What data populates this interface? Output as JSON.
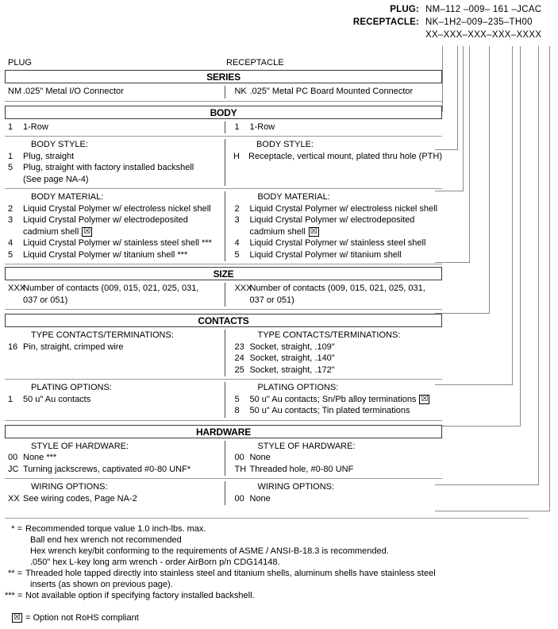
{
  "header": {
    "rows": [
      {
        "label": "PLUG:",
        "value": "NM–112 –009– 161 –JCAC"
      },
      {
        "label": "RECEPTACLE:",
        "value": "NK–1H2–009–235–TH00"
      },
      {
        "label": "",
        "value": "XX–XXX–XXX–XXX–XXXX"
      }
    ]
  },
  "columns": {
    "plug_caption": "PLUG",
    "receptacle_caption": "RECEPTACLE"
  },
  "sections": {
    "series": {
      "title": "SERIES",
      "plug": [
        {
          "code": "NM",
          "desc": ".025\" Metal I/O Connector"
        }
      ],
      "receptacle": [
        {
          "code": "NK",
          "desc": ".025\" Metal PC Board Mounted Connector"
        }
      ]
    },
    "body": {
      "title": "BODY",
      "row_plug": [
        {
          "code": "1",
          "desc": "1-Row"
        }
      ],
      "row_receptacle": [
        {
          "code": "1",
          "desc": "1-Row"
        }
      ],
      "style_label": "BODY STYLE:",
      "style_plug": [
        {
          "code": "1",
          "desc": "Plug, straight"
        },
        {
          "code": "5",
          "desc": "Plug, straight with factory installed backshell",
          "cont": "(See page NA-4)"
        }
      ],
      "style_receptacle": [
        {
          "code": "H",
          "desc": "Receptacle, vertical mount, plated thru hole (PTH)"
        }
      ],
      "material_label": "BODY MATERIAL:",
      "material_plug": [
        {
          "code": "2",
          "desc": "Liquid Crystal Polymer w/ electroless nickel shell"
        },
        {
          "code": "3",
          "desc": "Liquid Crystal Polymer w/ electrodeposited",
          "cont": "cadmium shell",
          "rohs": true
        },
        {
          "code": "4",
          "desc": "Liquid Crystal Polymer w/ stainless steel shell ***"
        },
        {
          "code": "5",
          "desc": "Liquid Crystal Polymer w/ titanium shell ***"
        }
      ],
      "material_receptacle": [
        {
          "code": "2",
          "desc": "Liquid Crystal Polymer w/ electroless nickel shell"
        },
        {
          "code": "3",
          "desc": "Liquid Crystal Polymer w/ electrodeposited",
          "cont": "cadmium shell",
          "rohs": true
        },
        {
          "code": "4",
          "desc": "Liquid Crystal Polymer w/ stainless steel shell"
        },
        {
          "code": "5",
          "desc": "Liquid Crystal Polymer w/ titanium shell"
        }
      ]
    },
    "size": {
      "title": "SIZE",
      "plug": [
        {
          "code": "XXX",
          "desc": "Number of contacts (009, 015, 021, 025, 031,",
          "cont": "037 or 051)"
        }
      ],
      "receptacle": [
        {
          "code": "XXX",
          "desc": "Number of contacts (009, 015, 021, 025, 031,",
          "cont": "037 or 051)"
        }
      ]
    },
    "contacts": {
      "title": "CONTACTS",
      "type_label": "TYPE CONTACTS/TERMINATIONS:",
      "type_plug": [
        {
          "code": "16",
          "desc": "Pin, straight, crimped wire"
        }
      ],
      "type_receptacle": [
        {
          "code": "23",
          "desc": "Socket, straight, .109\""
        },
        {
          "code": "24",
          "desc": "Socket, straight, .140\""
        },
        {
          "code": "25",
          "desc": "Socket, straight, .172\""
        }
      ],
      "plating_label": "PLATING OPTIONS:",
      "plating_plug": [
        {
          "code": "1",
          "desc": "50 u\" Au contacts"
        }
      ],
      "plating_receptacle": [
        {
          "code": "5",
          "desc": "50 u\" Au contacts; Sn/Pb alloy terminations",
          "rohs_inline": true
        },
        {
          "code": "8",
          "desc": "50 u\" Au contacts; Tin plated terminations"
        }
      ]
    },
    "hardware": {
      "title": "HARDWARE",
      "style_label": "STYLE OF HARDWARE:",
      "style_plug": [
        {
          "code": "00",
          "desc": "None  ***"
        },
        {
          "code": "JC",
          "desc": "Turning jackscrews, captivated #0-80 UNF*"
        }
      ],
      "style_receptacle": [
        {
          "code": "00",
          "desc": "None"
        },
        {
          "code": "TH",
          "desc": "Threaded hole, #0-80 UNF"
        }
      ],
      "wiring_label": "WIRING OPTIONS:",
      "wiring_plug": [
        {
          "code": "XX",
          "desc": "See wiring codes, Page NA-2"
        }
      ],
      "wiring_receptacle": [
        {
          "code": "00",
          "desc": "None"
        }
      ]
    }
  },
  "footnotes": {
    "items": [
      {
        "mark": "* =",
        "text": "Recommended torque value 1.0 inch-lbs. max.",
        "lines": [
          "Ball end hex wrench not recommended",
          "Hex wrench key/bit conforming to the requirements of ASME / ANSI-B-18.3 is recommended.",
          ".050\" hex L-key long arm wrench - order AirBorn p/n CDG14148."
        ]
      },
      {
        "mark": "** =",
        "text": "Threaded hole tapped directly into stainless steel and titanium shells, aluminum shells have stainless steel",
        "lines": [
          "inserts (as shown on previous page)."
        ]
      },
      {
        "mark": "*** =",
        "text": "Not available option if specifying factory installed backshell.",
        "lines": []
      }
    ],
    "rohs_note": "= Option not RoHS compliant"
  },
  "colors": {
    "rule": "#9a9a9a",
    "box_border": "#3a3a3a",
    "leader": "#8a8a8a",
    "text": "#000000"
  }
}
